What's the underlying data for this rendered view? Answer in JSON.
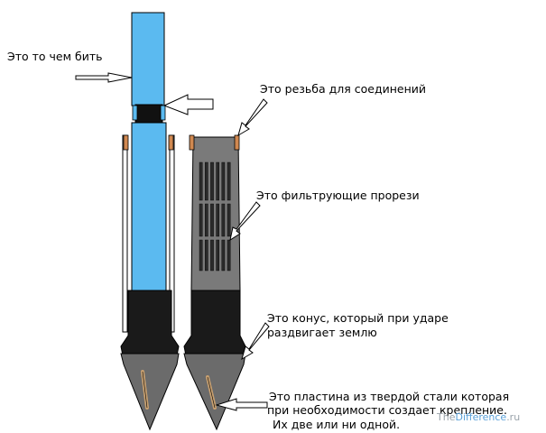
{
  "labels": {
    "hammer": "Это то чем бить",
    "thread": "Это резьба для соединений",
    "slots": "Это фильтрующие прорези",
    "cone_line1": "Это конус, который при ударе",
    "cone_line2": "раздвигает землю",
    "plate_line1": "Это пластина из твердой стали которая",
    "plate_line2": "при необходимости создает крепление.",
    "plate_line3": "Их две или ни одной."
  },
  "watermark": {
    "part1": "The",
    "part2": "Difference",
    "part3": ".ru"
  },
  "colors": {
    "pipe_blue": "#5bbaf0",
    "cone_black": "#1a1a1a",
    "tip_gray": "#6b6b6b",
    "filter_gray": "#7a7a7a",
    "thread_orange": "#d08850",
    "plate_tan": "#c8a070",
    "watermark_gray": "#9aa3ab",
    "watermark_accent": "#5aa0d8"
  }
}
